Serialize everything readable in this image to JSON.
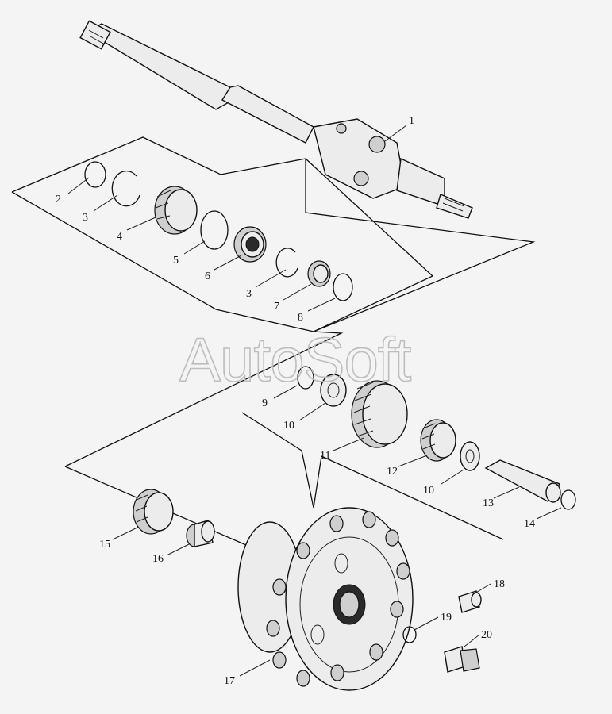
{
  "watermark": "AutoSoft",
  "callouts": [
    {
      "id": "c1",
      "label": "1"
    },
    {
      "id": "c2",
      "label": "2"
    },
    {
      "id": "c3a",
      "label": "3"
    },
    {
      "id": "c4",
      "label": "4"
    },
    {
      "id": "c5",
      "label": "5"
    },
    {
      "id": "c6",
      "label": "6"
    },
    {
      "id": "c3b",
      "label": "3"
    },
    {
      "id": "c7",
      "label": "7"
    },
    {
      "id": "c8",
      "label": "8"
    },
    {
      "id": "c9",
      "label": "9"
    },
    {
      "id": "c10",
      "label": "10"
    },
    {
      "id": "c11",
      "label": "11"
    },
    {
      "id": "c12",
      "label": "12"
    },
    {
      "id": "c10b",
      "label": "10"
    },
    {
      "id": "c13",
      "label": "13"
    },
    {
      "id": "c14",
      "label": "14"
    },
    {
      "id": "c15",
      "label": "15"
    },
    {
      "id": "c16",
      "label": "16"
    },
    {
      "id": "c17",
      "label": "17"
    },
    {
      "id": "c18",
      "label": "18"
    },
    {
      "id": "c19",
      "label": "19"
    },
    {
      "id": "c20",
      "label": "20"
    }
  ]
}
